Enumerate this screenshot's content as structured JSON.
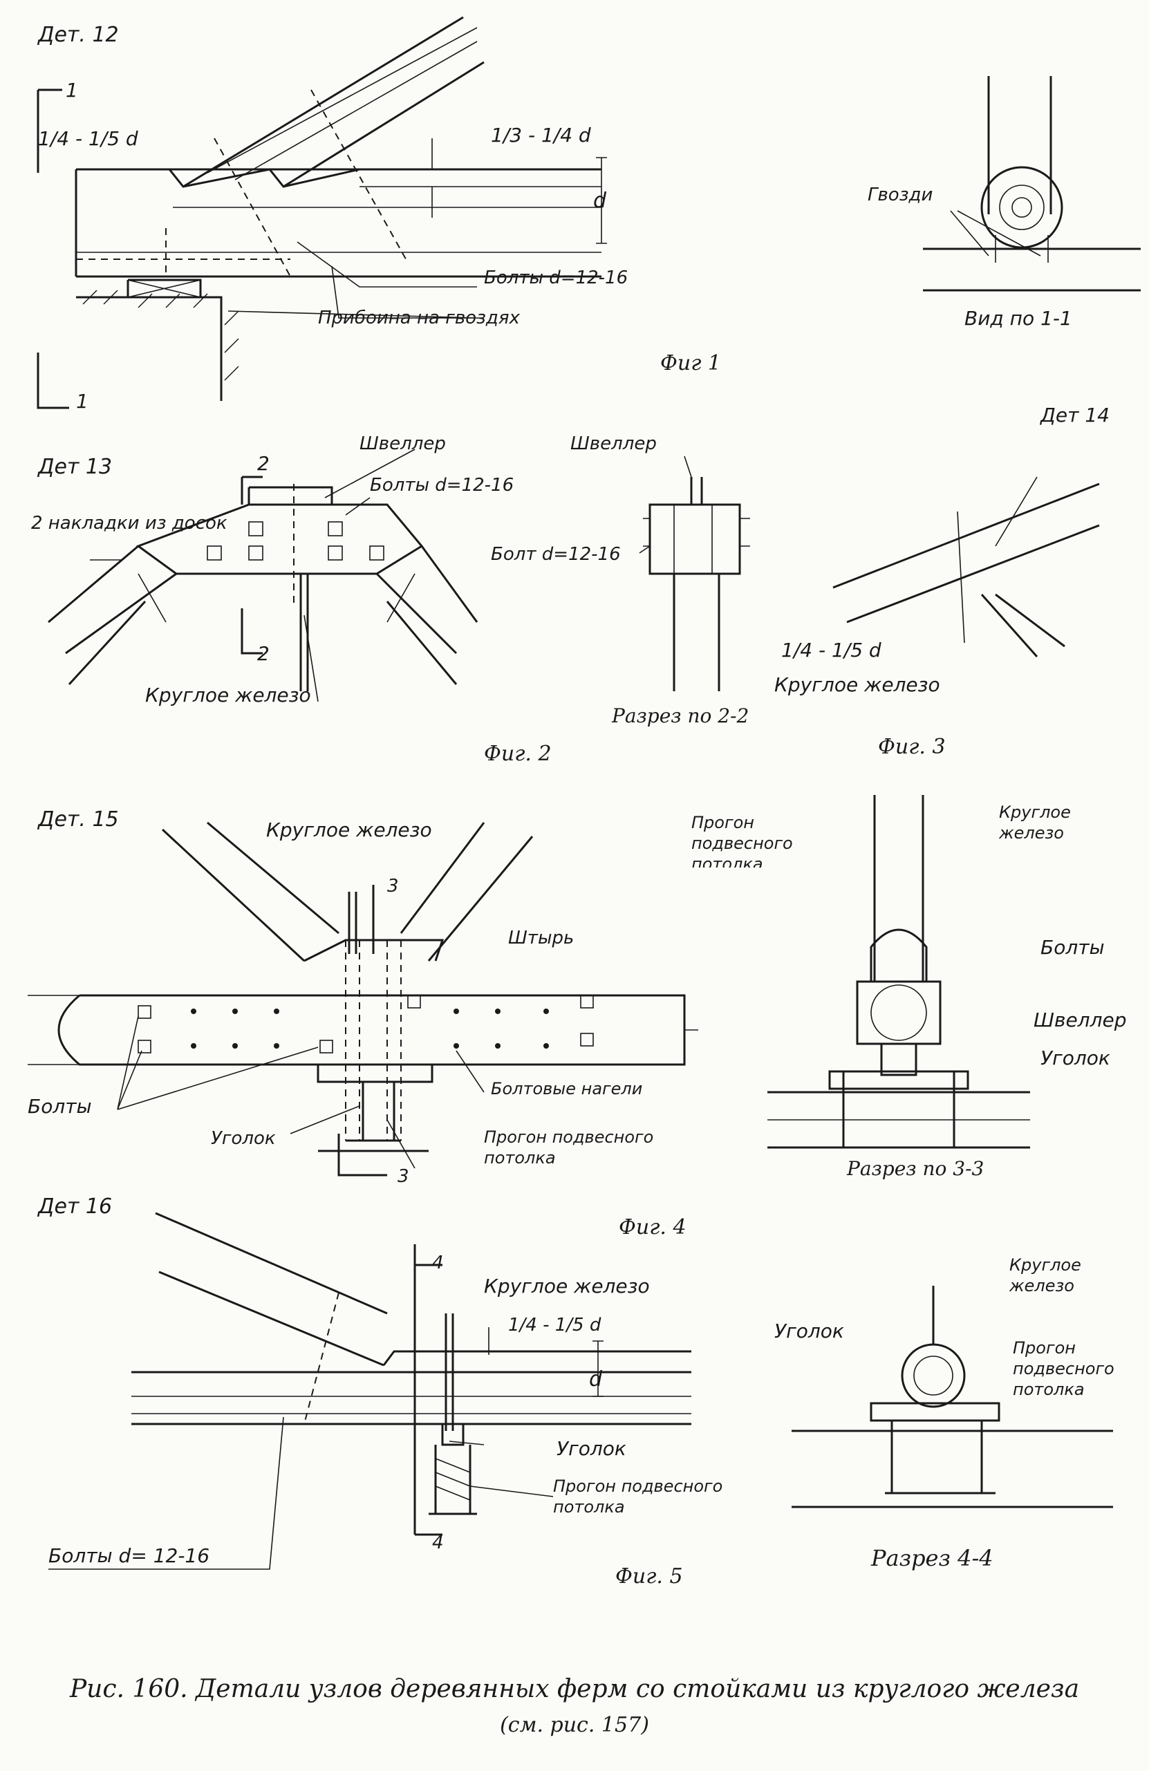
{
  "fig1": {
    "det_label": "Дет. 12",
    "section_mark_top": "1",
    "section_mark_bottom": "1",
    "dim_left": "1/4 - 1/5 d",
    "dim_right": "1/3 - 1/4 d",
    "dim_d": "d",
    "bolts": "Болты d=12-16",
    "nails_strip": "Прибоина на гвоздях",
    "caption": "Фиг 1",
    "view_label": "Вид по 1-1",
    "nails": "Гвозди"
  },
  "fig2": {
    "det_label": "Дет 13",
    "sec_mark_top": "2",
    "sec_mark_bottom": "2",
    "channel": "Швеллер",
    "bolts": "Болты d=12-16",
    "plates": "2 накладки из досок",
    "round_iron": "Круглое железо",
    "caption": "Фиг. 2",
    "section_channel": "Швеллер",
    "section_bolt": "Болт d=12-16",
    "section_title": "Разрез по 2-2"
  },
  "fig3": {
    "det_label": "Дет 14",
    "dim": "1/4 - 1/5 d",
    "round_iron": "Круглое железо",
    "caption": "Фиг. 3"
  },
  "fig4": {
    "det_label": "Дет. 15",
    "round_iron": "Круглое железо",
    "sec_mark_top": "3",
    "sec_mark_bottom": "3",
    "pin": "Штырь",
    "bolts": "Болты",
    "bolt_dowels": "Болтовые нагели",
    "angle": "Уголок",
    "purlin": "Прогон подвесного потолка",
    "caption": "Фиг. 4",
    "section_round_iron": "Круглое железо",
    "section_purlin": "Прогон подвесного потолка",
    "section_bolts": "Болты",
    "section_channel": "Швеллер",
    "section_angle": "Уголок",
    "section_title": "Разрез по 3-3"
  },
  "fig5": {
    "det_label": "Дет 16",
    "sec_mark_top": "4",
    "sec_mark_bottom": "4",
    "round_iron": "Круглое железо",
    "dim": "1/4 - 1/5 d",
    "dim_d": "d",
    "bolts": "Болты d= 12-16",
    "angle": "Уголок",
    "purlin": "Прогон подвесного потолка",
    "caption": "Фиг. 5",
    "section_round_iron": "Круглое железо",
    "section_angle": "Уголок",
    "section_purlin": "Прогон подвесного потолка",
    "section_title": "Разрез 4-4"
  },
  "figure_caption": {
    "line1": "Рис. 160. Детали узлов деревянных ферм со стойками из круглого железа",
    "line2": "(см. рис. 157)"
  }
}
